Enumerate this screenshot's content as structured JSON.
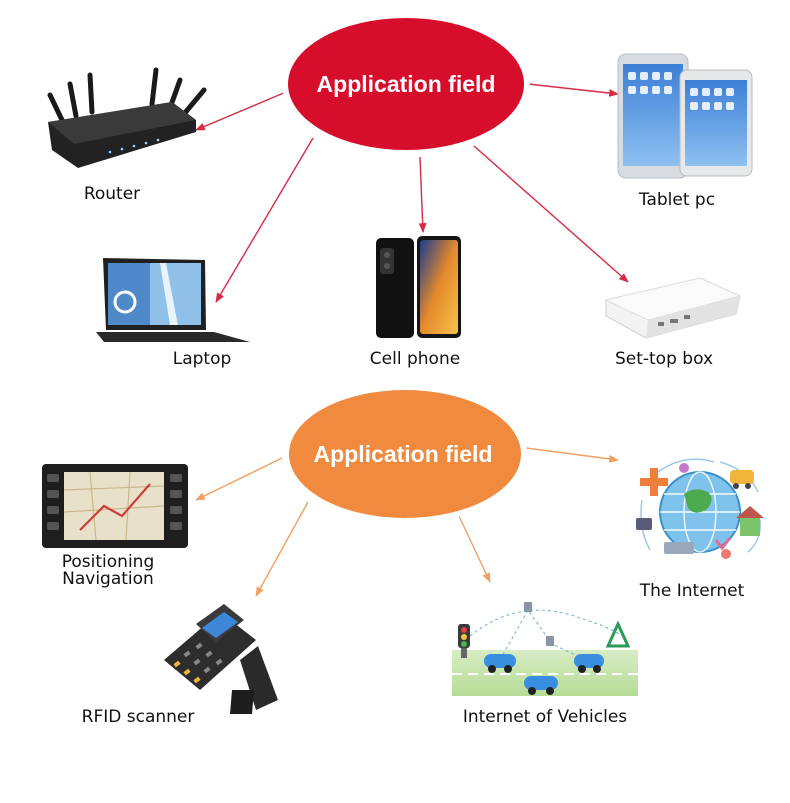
{
  "hubs": [
    {
      "label": "Application field",
      "fill": "#d70e2b",
      "arrow_color": "#d62a45",
      "items": [
        {
          "label": "Router",
          "icon": "router-icon"
        },
        {
          "label": "Tablet pc",
          "icon": "tablet-icon"
        },
        {
          "label": "Laptop",
          "icon": "laptop-icon"
        },
        {
          "label": "Cell phone",
          "icon": "phone-icon"
        },
        {
          "label": "Set-top box",
          "icon": "set-top-box-icon"
        }
      ]
    },
    {
      "label": "Application field",
      "fill": "#ef8a3e",
      "arrow_color": "#f0a062",
      "items": [
        {
          "label": "Positioning",
          "label2": "Navigation",
          "icon": "navigation-screen-icon"
        },
        {
          "label": "The Internet",
          "icon": "globe-network-icon"
        },
        {
          "label": "RFID scanner",
          "icon": "rfid-scanner-icon"
        },
        {
          "label": "Internet of Vehicles",
          "icon": "vehicle-network-icon"
        }
      ]
    }
  ]
}
